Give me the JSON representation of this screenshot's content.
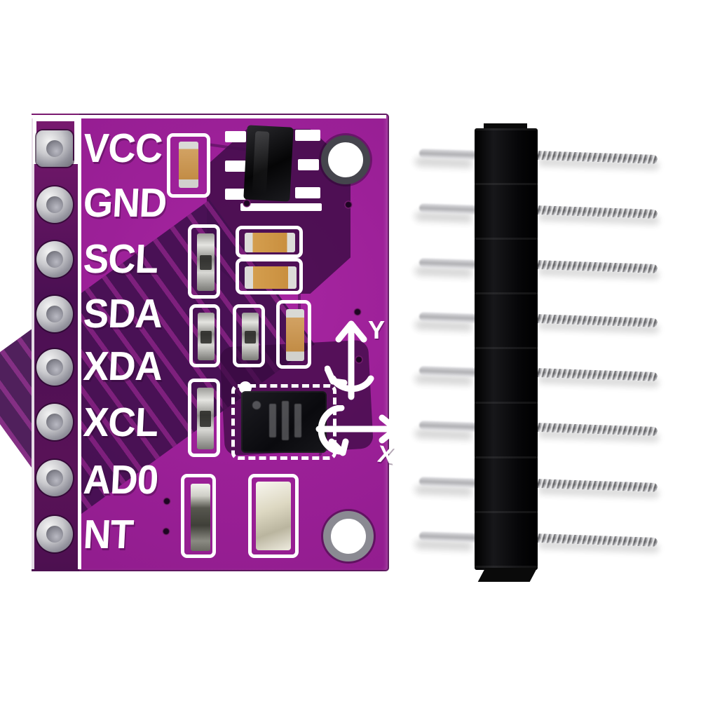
{
  "photo": {
    "board": {
      "pin_labels": [
        "VCC",
        "GND",
        "SCL",
        "SDA",
        "XDA",
        "XCL",
        "AD0",
        "NT"
      ],
      "axis": {
        "y": "Y",
        "x": "X"
      },
      "pad_count": 8,
      "mounting_hole_count": 2,
      "colors": {
        "board": "#9c2098",
        "board_dark_pour": "#43104e",
        "silkscreen": "#ffffff",
        "capacitor_body": "#cc9a55",
        "chip_body": "#121216",
        "pad_silver": "#c9c9cd"
      },
      "icons": {
        "axis_y": "rotation-axis-arrow-up",
        "axis_x": "rotation-axis-arrow-right"
      }
    },
    "header": {
      "pin_count": 8,
      "body_color": "#0b0b0b",
      "pin_color": "#c0c0c4"
    }
  }
}
